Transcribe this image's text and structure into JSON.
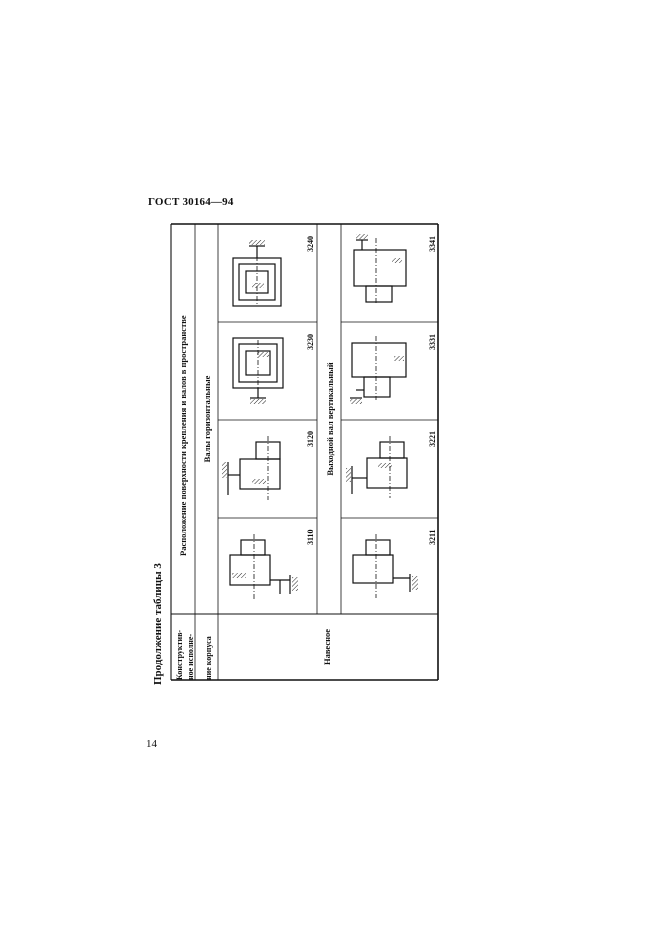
{
  "header": {
    "standard": "ГОСТ 30164—94"
  },
  "page_number": "14",
  "continuation": "Продолжение таблицы 3",
  "table": {
    "col_header_design": [
      "Конструктив-",
      "ное исполне-",
      "ние корпуса"
    ],
    "col_header_arrangement": "Расположение поверхности крепления и валов в пространстве",
    "design_value": "Навесное",
    "groups": [
      {
        "label": "Валы горизонтальные",
        "codes": [
          "3110",
          "3120",
          "3230",
          "3240"
        ]
      },
      {
        "label": "Выходной вал вертикальный",
        "codes": [
          "3211",
          "3221",
          "3331",
          "3341"
        ]
      }
    ]
  }
}
